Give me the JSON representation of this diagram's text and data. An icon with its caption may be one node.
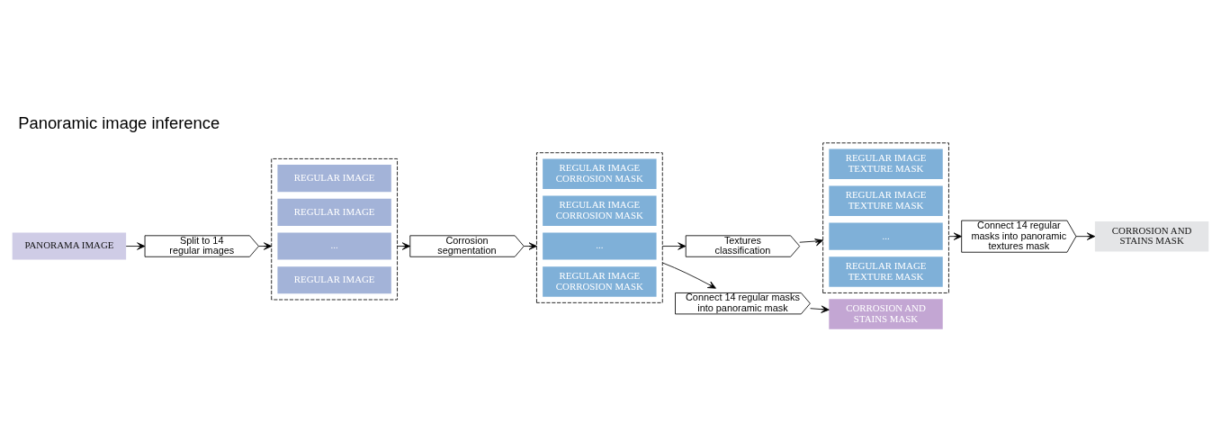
{
  "diagram": {
    "title": "Panoramic image inference",
    "nodes": [
      {
        "text": [
          "PANORAMA IMAGE"
        ]
      },
      {
        "text": [
          "Split to 14 regular images"
        ]
      },
      {
        "text": [],
        "shape": "box"
      },
      {
        "text": [
          "REGULAR IMAGE"
        ],
        "in": 2
      },
      {
        "text": [
          "REGULAR IMAGE"
        ],
        "in": 2
      },
      {
        "text": [
          "..."
        ],
        "in": 2
      },
      {
        "text": [
          "REGULAR IMAGE"
        ],
        "in": 2
      },
      {
        "text": [
          "Corrosion segmentation"
        ]
      },
      {
        "text": [],
        "shape": "box"
      },
      {
        "text": [
          "REGULAR IMAGE CORROSION MASK"
        ],
        "in": 8
      },
      {
        "text": [
          "REGULAR IMAGE CORROSION MASK"
        ],
        "in": 8
      },
      {
        "text": [
          "..."
        ],
        "in": 8
      },
      {
        "text": [
          "REGULAR IMAGE CORROSION MASK"
        ],
        "in": 8
      },
      {
        "text": [
          "Textures classification"
        ]
      },
      {
        "text": [],
        "shape": "box"
      },
      {
        "text": [
          "REGULAR IMAGE TEXTURE MASK"
        ],
        "in": 14
      },
      {
        "text": [
          "REGULAR IMAGE TEXTURE MASK"
        ],
        "in": 14
      },
      {
        "text": [
          "..."
        ],
        "in": 14
      },
      {
        "text": [
          "REGULAR IMAGE TEXTURE MASK"
        ],
        "in": 14
      },
      {
        "text": [
          "Connect 14 regular masks into panoramic textures mask"
        ]
      },
      {
        "text": [
          "CORROSION AND STAINS MASK"
        ]
      },
      {
        "text": [
          "Connect 14 regular masks into panoramic mask"
        ]
      },
      {
        "text": [
          "CORROSION AND STAINS MASK"
        ]
      }
    ],
    "edges": [
      {
        "from": 0,
        "to": 1,
        "arrow": "to"
      },
      {
        "from": 1,
        "to": 2,
        "arrow": "to"
      },
      {
        "from": 2,
        "to": 7,
        "arrow": "to"
      },
      {
        "from": 7,
        "to": 8,
        "arrow": "to"
      },
      {
        "from": 8,
        "to": 13,
        "arrow": "to"
      },
      {
        "from": 13,
        "to": 14,
        "arrow": "to"
      },
      {
        "from": 14,
        "to": 19,
        "arrow": "to"
      },
      {
        "from": 19,
        "to": 20,
        "arrow": "to"
      },
      {
        "from": 8,
        "to": 21,
        "arrow": "to"
      },
      {
        "from": 21,
        "to": 22,
        "arrow": "to"
      }
    ]
  }
}
